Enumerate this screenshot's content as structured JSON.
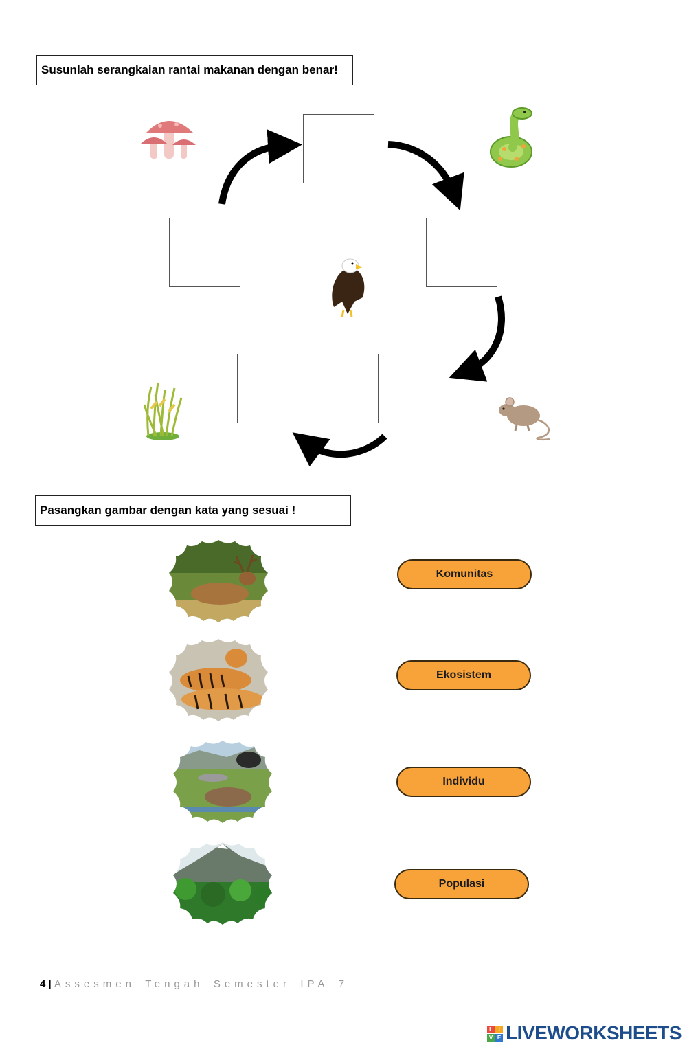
{
  "section1": {
    "instruction": "Susunlah serangkaian rantai makanan dengan benar!",
    "icons": [
      "mushroom-icon",
      "snake-icon",
      "eagle-icon",
      "grass-icon",
      "mouse-icon"
    ]
  },
  "section2": {
    "instruction": "Pasangkan gambar dengan kata yang sesuai !",
    "options": [
      "Komunitas",
      "Ekosistem",
      "Individu",
      "Populasi"
    ],
    "photos": [
      "deer-photo",
      "tigers-photo",
      "savanna-animals-photo",
      "mountain-forest-photo"
    ]
  },
  "footer": {
    "page_number": "4",
    "separator": " | ",
    "document_name": "Assesmen_Tengah_Semester_IPA_7"
  },
  "brand": {
    "logo_text": "LIVEWORKSHEETS",
    "logo_letters": [
      "L",
      "I",
      "V",
      "E"
    ],
    "accent": "#f8a23a",
    "logo_color": "#1e4d8c"
  }
}
